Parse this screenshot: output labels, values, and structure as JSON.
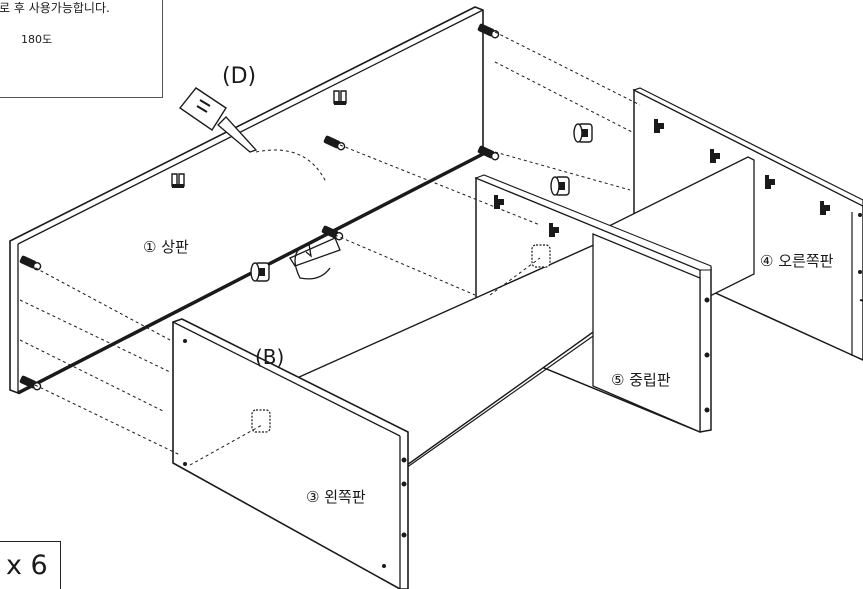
{
  "inset": {
    "top_text": "로 후 사용가능합니다.",
    "angle_label": "180도",
    "icon": "hand-turn-wrench-icon"
  },
  "labels": {
    "tool_d": "(D)",
    "fitting_b": "(B)",
    "top_panel": "① 상판",
    "left_panel": "③ 왼쪽판",
    "right_panel": "④ 오른쪽판",
    "middle_panel": "⑤ 중립판"
  },
  "quantity": "x 6",
  "colors": {
    "line": "#1a1a1a",
    "panel_fill": "#ffffff",
    "edge": "#333333"
  }
}
